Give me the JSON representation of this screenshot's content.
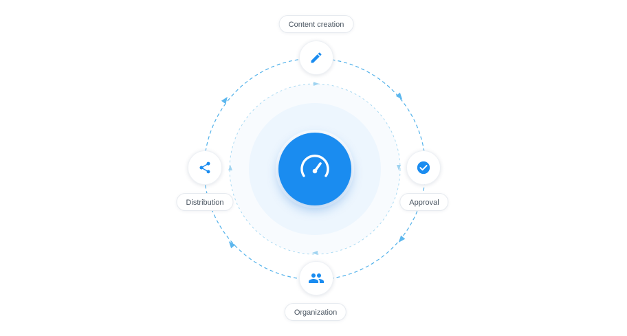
{
  "diagram": {
    "hub": {
      "icon": "speedometer-icon"
    },
    "nodes": [
      {
        "id": "content-creation",
        "label": "Content creation",
        "icon": "pencil-icon"
      },
      {
        "id": "approval",
        "label": "Approval",
        "icon": "check-circle-icon"
      },
      {
        "id": "organization",
        "label": "Organization",
        "icon": "people-icon"
      },
      {
        "id": "distribution",
        "label": "Distribution",
        "icon": "share-icon"
      }
    ],
    "colors": {
      "accent": "#1a8cf0",
      "ring_dashed": "#4fb0ea",
      "inner_glow": "#eaf4fd",
      "label_text": "#4a5561"
    }
  }
}
